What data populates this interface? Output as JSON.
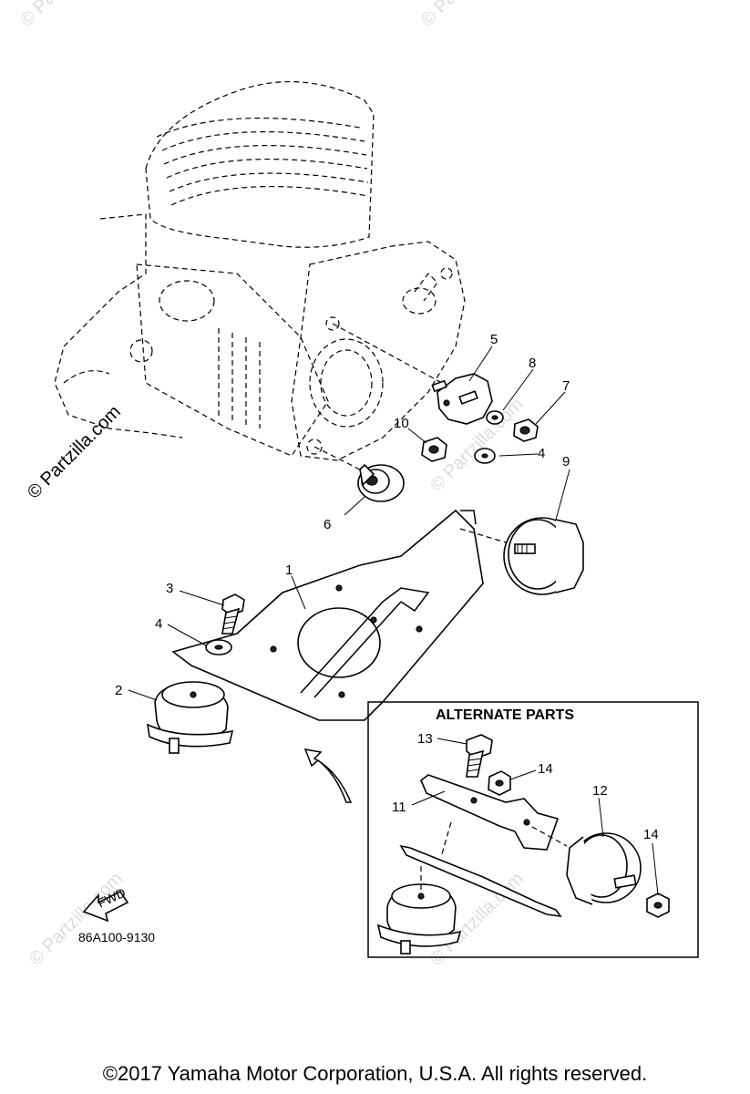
{
  "watermarks": {
    "main": "© Partzilla.com",
    "faint": "© Partzilla.com"
  },
  "labels": {
    "p1": "1",
    "p2": "2",
    "p3": "3",
    "p4a": "4",
    "p4b": "4",
    "p5": "5",
    "p6": "6",
    "p7": "7",
    "p8": "8",
    "p9": "9",
    "p10": "10",
    "p11": "11",
    "p12": "12",
    "p13": "13",
    "p14a": "14",
    "p14b": "14"
  },
  "alternate_box": {
    "title": "ALTERNATE PARTS"
  },
  "fwd_label": "FWD",
  "diagram_code": "86A100-9130",
  "copyright": "©2017  Yamaha Motor Corporation, U.S.A. All rights reserved."
}
